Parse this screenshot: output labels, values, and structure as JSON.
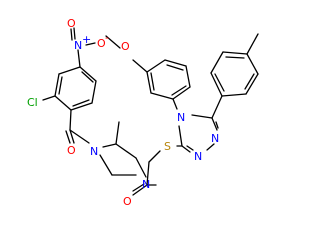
{
  "structure": {
    "atoms": {
      "methoxy_o": "O",
      "triazole_n4": "N",
      "triazole_n1": "N",
      "triazole_n2": "N",
      "thioether_s": "S",
      "nitro_n": "N",
      "nitro_o_top": "O",
      "nitro_o_side": "O",
      "chloro": "Cl",
      "amide_o_upper": "O",
      "piperazine_n1": "N",
      "piperazine_n4": "N",
      "amide_o_lower": "O"
    },
    "charges": {
      "nitro_n": "+",
      "nitro_o_side": "-"
    },
    "colors": {
      "bond": "#000000",
      "oxygen": "#ff0000",
      "nitrogen": "#0000ff",
      "sulfur": "#b8860b",
      "chlorine": "#00a000"
    }
  }
}
